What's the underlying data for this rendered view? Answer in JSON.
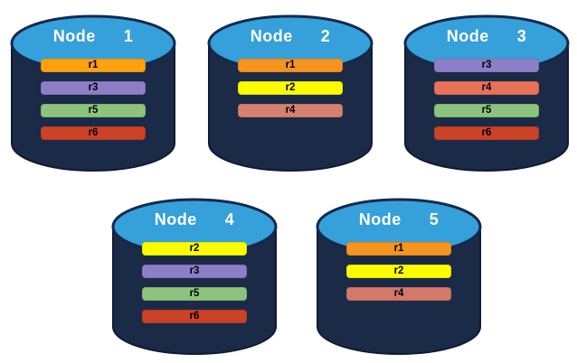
{
  "diagram": {
    "background": "#FFFFFF",
    "cylinder": {
      "body_color": "#1B2A47",
      "outline_color": "#0D1B36",
      "top_color": "#35A0DA",
      "top_outline_color": "#14294E",
      "title_color": "#FFFFFF"
    },
    "nodes": [
      {
        "label": "Node  1",
        "replicas": [
          {
            "label": "r1",
            "color": "#FEA10E"
          },
          {
            "label": "r3",
            "color": "#8D7FC7"
          },
          {
            "label": "r5",
            "color": "#8DC47D"
          },
          {
            "label": "r6",
            "color": "#CC4226"
          }
        ]
      },
      {
        "label": "Node  2",
        "replicas": [
          {
            "label": "r1",
            "color": "#F7941E"
          },
          {
            "label": "r2",
            "color": "#FCFC00"
          },
          {
            "label": "r4",
            "color": "#D6816F"
          }
        ]
      },
      {
        "label": "Node  3",
        "replicas": [
          {
            "label": "r3",
            "color": "#8D7FC7"
          },
          {
            "label": "r4",
            "color": "#E9715A"
          },
          {
            "label": "r5",
            "color": "#8DC47D"
          },
          {
            "label": "r6",
            "color": "#CC4226"
          }
        ]
      },
      {
        "label": "Node  4",
        "replicas": [
          {
            "label": "r2",
            "color": "#FCFC00"
          },
          {
            "label": "r3",
            "color": "#8D7FC7"
          },
          {
            "label": "r5",
            "color": "#8DC47D"
          },
          {
            "label": "r6",
            "color": "#CC4226"
          }
        ]
      },
      {
        "label": "Node  5",
        "replicas": [
          {
            "label": "r1",
            "color": "#F7941E"
          },
          {
            "label": "r2",
            "color": "#FCFC00"
          },
          {
            "label": "r4",
            "color": "#D4796A"
          }
        ]
      }
    ]
  }
}
